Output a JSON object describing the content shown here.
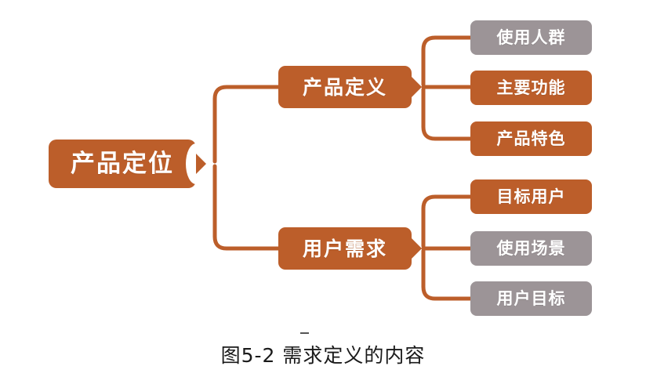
{
  "diagram": {
    "type": "mind-map",
    "orientation": "left-to-right",
    "background_color": "#ffffff",
    "colors": {
      "orange": "#bc5e2a",
      "gray": "#9c9497",
      "connector": "#bc5e2a",
      "node_text": "#ffffff",
      "caption_text": "#1a1a1a"
    },
    "root": {
      "label": "产品定位",
      "color": "orange"
    },
    "branches": [
      {
        "label": "产品定义",
        "color": "orange",
        "children": [
          {
            "label": "使用人群",
            "color": "gray"
          },
          {
            "label": "主要功能",
            "color": "orange"
          },
          {
            "label": "产品特色",
            "color": "orange"
          }
        ]
      },
      {
        "label": "用户需求",
        "color": "orange",
        "children": [
          {
            "label": "目标用户",
            "color": "orange"
          },
          {
            "label": "使用场景",
            "color": "gray"
          },
          {
            "label": "用户目标",
            "color": "gray"
          }
        ]
      }
    ]
  },
  "caption": {
    "text": "图5-2 需求定义的内容"
  }
}
